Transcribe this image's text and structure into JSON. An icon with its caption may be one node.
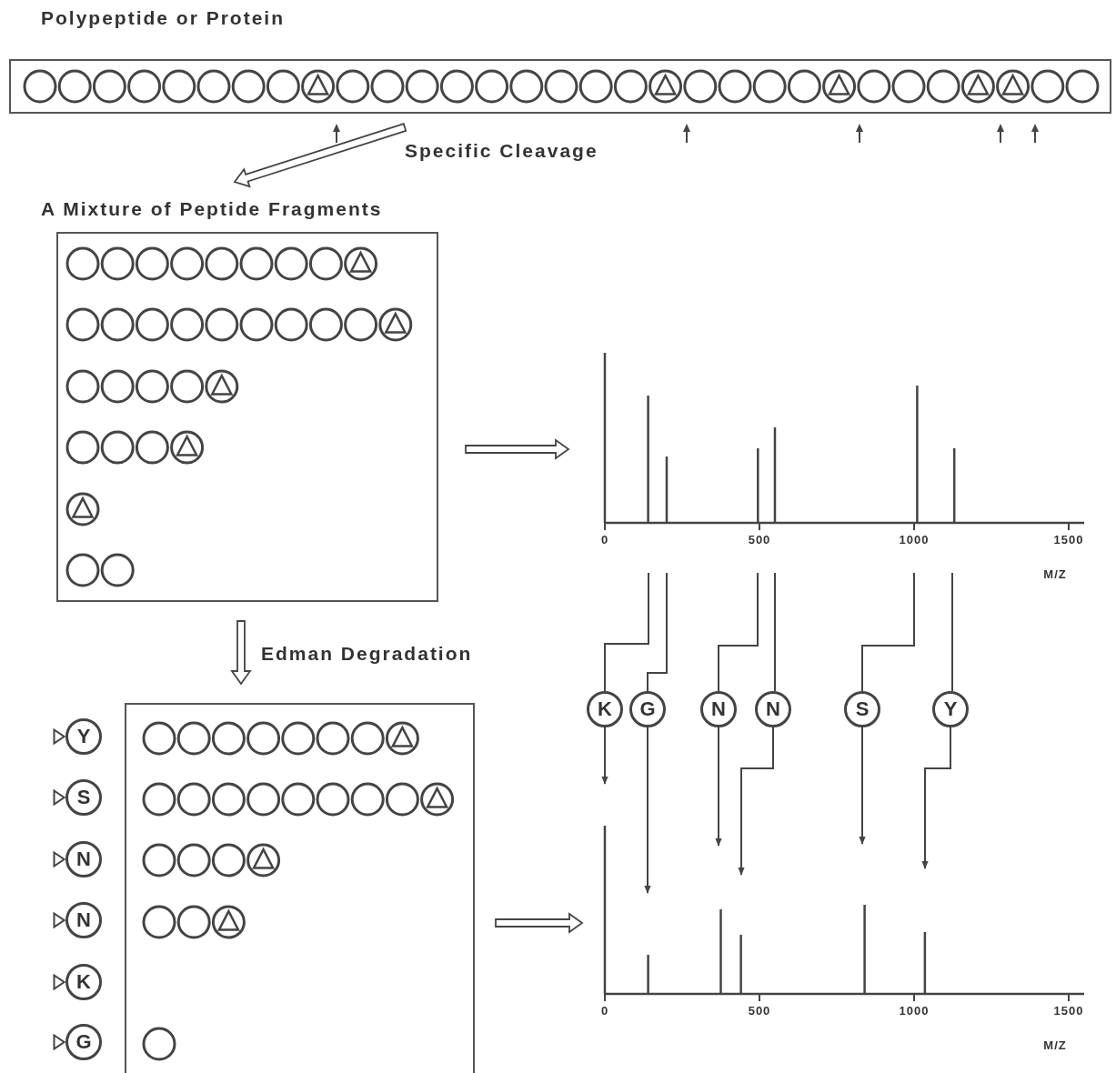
{
  "diagram": {
    "nodes": [
      {
        "text": [
          "Polypeptide or Protein"
        ]
      },
      {
        "text": [
          "A Mixture of Peptide Fragments"
        ]
      },
      {
        "text": [],
        "shape": "picture",
        "beside": [
          "0",
          "500",
          "1000",
          "1500",
          "M/Z"
        ]
      },
      {
        "text": [
          "K"
        ]
      },
      {
        "text": [
          "G"
        ]
      },
      {
        "text": [
          "N"
        ]
      },
      {
        "text": [
          "N"
        ]
      },
      {
        "text": [
          "S"
        ]
      },
      {
        "text": [
          "Y"
        ]
      },
      {
        "text": [],
        "shape": "box"
      },
      {
        "text": [
          "Y"
        ]
      },
      {
        "text": [
          "S"
        ]
      },
      {
        "text": [
          "N"
        ]
      },
      {
        "text": [
          "N"
        ]
      },
      {
        "text": [
          "K"
        ]
      },
      {
        "text": [
          "G"
        ]
      },
      {
        "text": [],
        "shape": "picture",
        "beside": [
          "0",
          "500",
          "1000",
          "1500",
          "M/Z"
        ]
      }
    ],
    "edges": [
      {
        "from": 0,
        "to": 1,
        "arrow": "to",
        "label": "Specific Cleavage"
      },
      {
        "from": 1,
        "to": 2,
        "arrow": "to"
      },
      {
        "from": 1,
        "to": 9,
        "arrow": "to",
        "label": "Edman Degradation"
      },
      {
        "from": 9,
        "to": 16,
        "arrow": "to"
      },
      {
        "from": 2,
        "to": 3,
        "arrow": "none"
      },
      {
        "from": 2,
        "to": 4,
        "arrow": "none"
      },
      {
        "from": 2,
        "to": 5,
        "arrow": "none"
      },
      {
        "from": 2,
        "to": 6,
        "arrow": "none"
      },
      {
        "from": 2,
        "to": 7,
        "arrow": "none"
      },
      {
        "from": 2,
        "to": 8,
        "arrow": "none"
      },
      {
        "from": 3,
        "to": 16,
        "arrow": "to"
      },
      {
        "from": 4,
        "to": 16,
        "arrow": "to"
      },
      {
        "from": 5,
        "to": 16,
        "arrow": "to"
      },
      {
        "from": 6,
        "to": 16,
        "arrow": "to"
      },
      {
        "from": 7,
        "to": 16,
        "arrow": "to"
      },
      {
        "from": 8,
        "to": 16,
        "arrow": "to"
      }
    ]
  }
}
